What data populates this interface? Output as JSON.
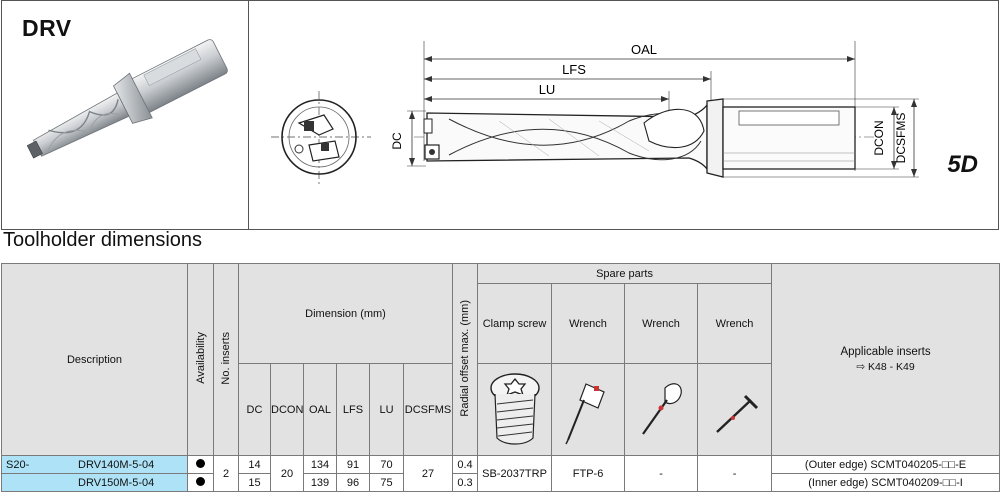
{
  "header": {
    "model_title": "DRV",
    "depth_label": "5D",
    "dimension_labels": {
      "oal": "OAL",
      "lfs": "LFS",
      "lu": "LU",
      "dc": "DC",
      "dcon": "DCON",
      "dcsfms": "DCSFMS"
    }
  },
  "section_title": "Toolholder dimensions",
  "table": {
    "headers": {
      "description": "Description",
      "availability": "Availability",
      "no_inserts": "No. inserts",
      "dimension_group": "Dimension (mm)",
      "radial_offset": "Radial offset max. (mm)",
      "spare_parts": "Spare parts",
      "clamp_screw": "Clamp screw",
      "wrench_1": "Wrench",
      "wrench_2": "Wrench",
      "wrench_3": "Wrench",
      "applicable_inserts": "Applicable inserts",
      "applicable_ref": "⇨ K48 - K49",
      "dim_cols": [
        "DC",
        "DCON",
        "OAL",
        "LFS",
        "LU",
        "DCSFMS"
      ]
    },
    "series": "S20-",
    "rows": [
      {
        "model": "DRV140M-5-04",
        "dc": "14",
        "oal": "134",
        "lfs": "91",
        "lu": "70",
        "radial_offset": "0.4",
        "insert": "(Outer edge) SCMT040205-□□-E"
      },
      {
        "model": "DRV150M-5-04",
        "dc": "15",
        "oal": "139",
        "lfs": "96",
        "lu": "75",
        "radial_offset": "0.3",
        "insert": "(Inner edge) SCMT040209-□□-I"
      }
    ],
    "shared": {
      "no_inserts": "2",
      "dcon": "20",
      "dcsfms": "27",
      "clamp_screw": "SB-2037TRP",
      "wrench_1": "FTP-6",
      "wrench_2": "-",
      "wrench_3": "-"
    }
  },
  "colors": {
    "description_fill": "#aee3f7",
    "header_fill": "#e2e2e2",
    "border": "#7a7a7a"
  }
}
